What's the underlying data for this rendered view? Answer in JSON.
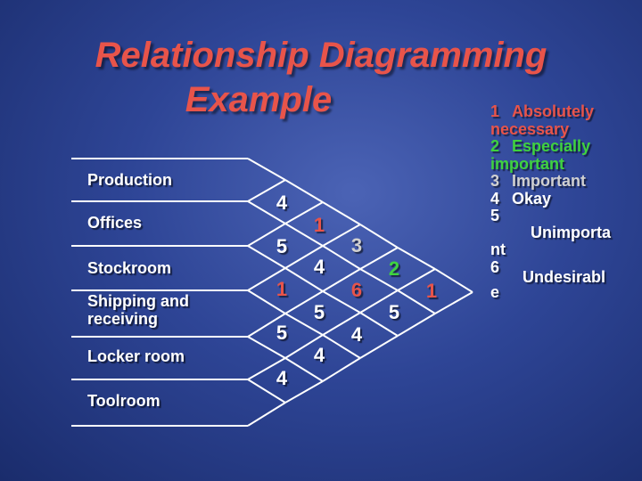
{
  "title": {
    "line1": "Relationship Diagramming",
    "line2": "Example"
  },
  "colors": {
    "title": "#e8544a",
    "white": "#ffffff",
    "gray": "#d0d0d0",
    "red": "#e8544a",
    "green": "#3fd23f",
    "orange": "#ff9b1a",
    "background": "#2e4596"
  },
  "rows": [
    "Production",
    "Offices",
    "Stockroom",
    "Shipping and receiving",
    "Locker room",
    "Toolroom"
  ],
  "cells": [
    {
      "text": "4",
      "color": "white"
    },
    {
      "text": "5",
      "color": "white"
    },
    {
      "text": "1",
      "color": "red"
    },
    {
      "text": "5",
      "color": "white"
    },
    {
      "text": "4",
      "color": "white"
    },
    {
      "text": "1",
      "color": "red"
    },
    {
      "text": "4",
      "color": "white"
    },
    {
      "text": "5",
      "color": "white"
    },
    {
      "text": "4",
      "color": "white"
    },
    {
      "text": "3",
      "color": "gray"
    },
    {
      "text": "6",
      "color": "red"
    },
    {
      "text": "4",
      "color": "white"
    },
    {
      "text": "2",
      "color": "green"
    },
    {
      "text": "5",
      "color": "white"
    },
    {
      "text": "1",
      "color": "red"
    }
  ],
  "legend": [
    {
      "num": "1",
      "text": "Absolutely necessary",
      "color": "red"
    },
    {
      "num": "2",
      "text": "Especially important",
      "color": "green"
    },
    {
      "num": "3",
      "text": "Important",
      "color": "gray"
    },
    {
      "num": "4",
      "text": "Okay",
      "color": "white"
    },
    {
      "num": "5",
      "text": "Unimportant",
      "color": "orange"
    },
    {
      "num": "6",
      "text": "Undesirable",
      "color": "orange"
    }
  ]
}
